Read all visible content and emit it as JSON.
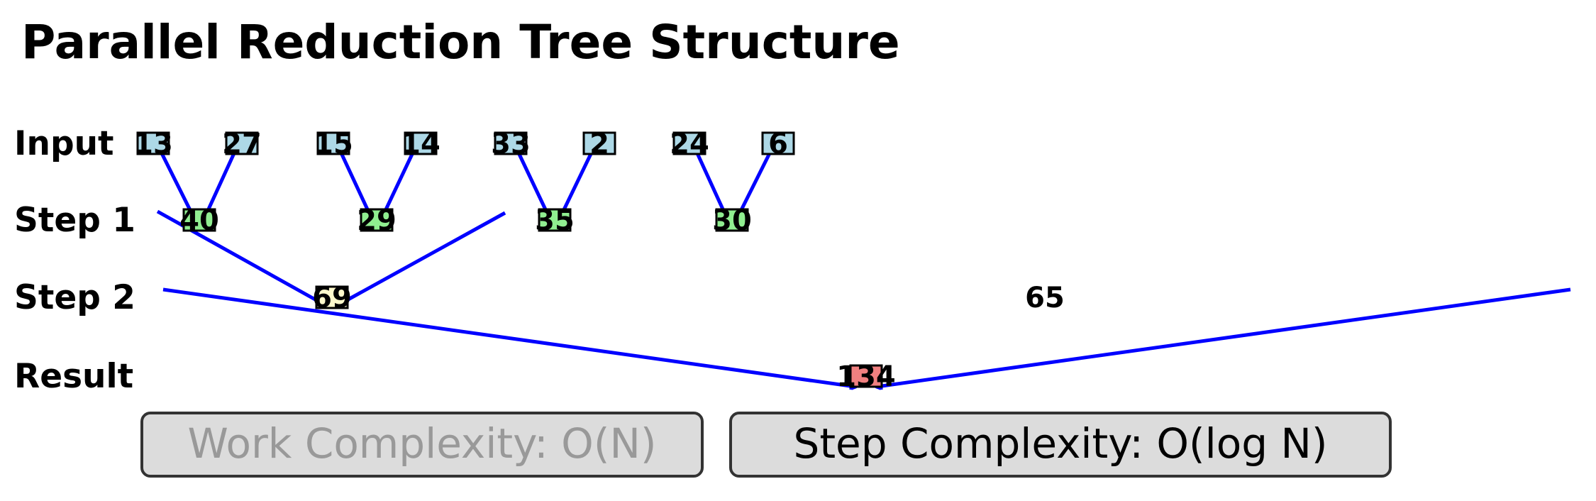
{
  "title": "Parallel Reduction Tree Structure",
  "levels": [
    "Input",
    "Step 1",
    "Step 2",
    "Result"
  ],
  "inputs": [
    "13",
    "27",
    "15",
    "14",
    "33",
    "2",
    "24",
    "6"
  ],
  "step1": [
    "40",
    "29",
    "35",
    "30"
  ],
  "step2": [
    "69",
    "65"
  ],
  "result": "134",
  "notes": {
    "work": "Work Complexity: O(N)",
    "step": "Step Complexity: O(log N)"
  },
  "colors": {
    "input": "#add8e6",
    "step1": "#90ee90",
    "step2": "#fffacd",
    "result": "#f08080",
    "arrow": "#0000ff",
    "note_bg": "#dcdcdc"
  }
}
